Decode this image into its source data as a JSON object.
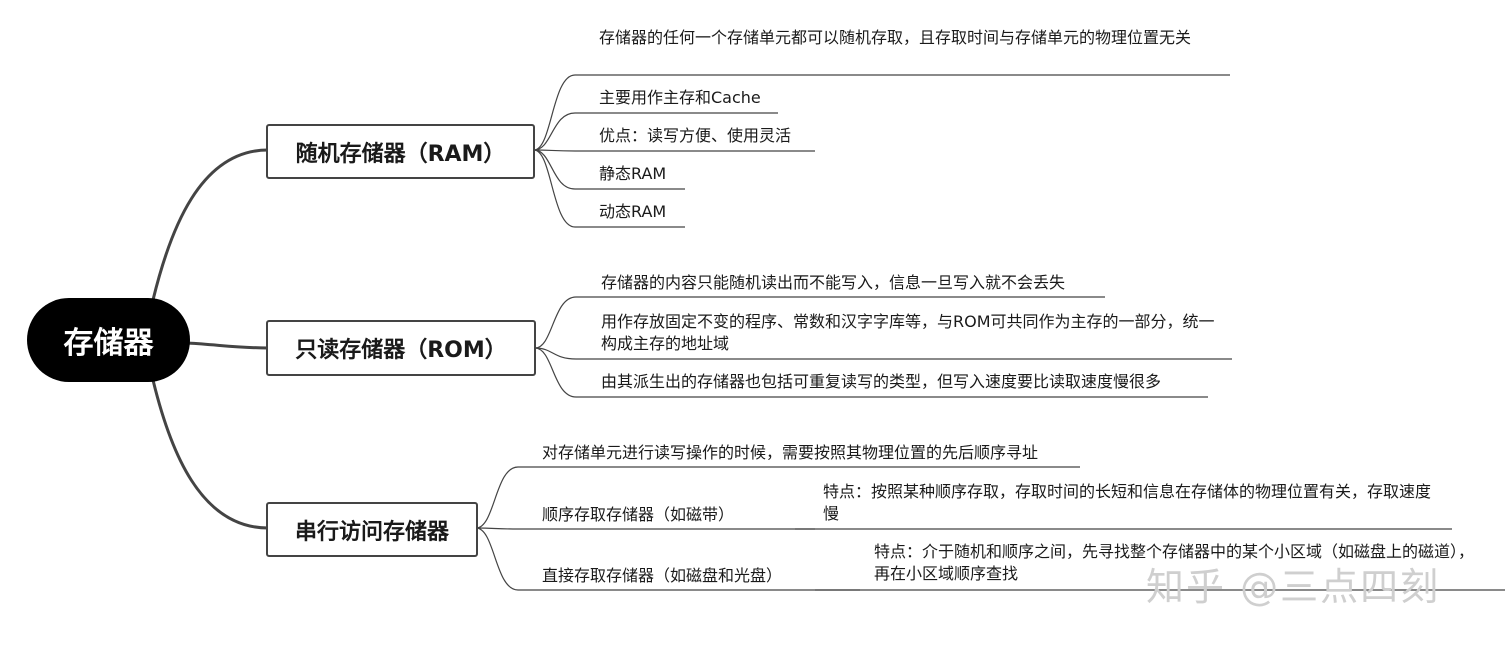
{
  "root": {
    "label": "存储器"
  },
  "branches": [
    {
      "label": "随机存储器（RAM）",
      "items": [
        "存储器的任何一个存储单元都可以随机存取，且存取时间与存储单元的物理位置无关",
        "主要用作主存和Cache",
        "优点：读写方便、使用灵活",
        "静态RAM",
        "动态RAM"
      ]
    },
    {
      "label": "只读存储器（ROM）",
      "items": [
        "存储器的内容只能随机读出而不能写入，信息一旦写入就不会丢失",
        "用作存放固定不变的程序、常数和汉字字库等，与ROM可共同作为主存的一部分，统一构成主存的地址域",
        "由其派生出的存储器也包括可重复读写的类型，但写入速度要比读取速度慢很多"
      ]
    },
    {
      "label": "串行访问存储器",
      "items": [
        "对存储单元进行读写操作的时候，需要按照其物理位置的先后顺序寻址",
        "顺序存取存储器（如磁带）",
        "直接存取存储器（如磁盘和光盘）"
      ],
      "sub_items": [
        "特点：按照某种顺序存取，存取时间的长短和信息在存储体的物理位置有关，存取速度慢",
        "特点：介于随机和顺序之间，先寻找整个存储器中的某个小区域（如磁盘上的磁道），再在小区域顺序查找"
      ]
    }
  ],
  "watermark": "知乎 @三点四刻"
}
